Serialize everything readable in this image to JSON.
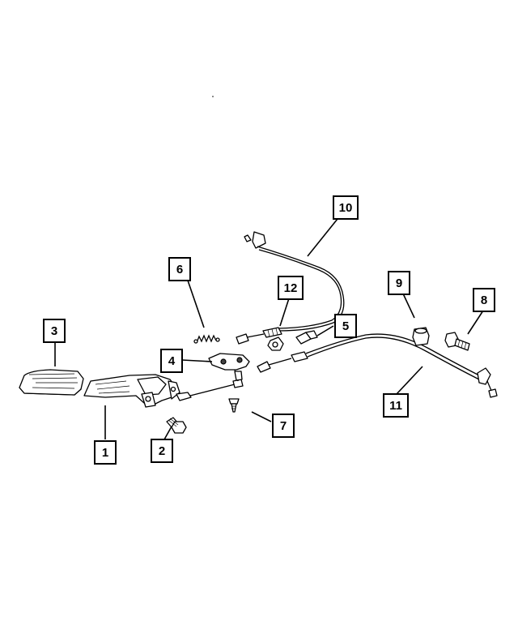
{
  "callouts": [
    {
      "id": "1",
      "label": "1",
      "part": "parking-brake-lever"
    },
    {
      "id": "2",
      "label": "2",
      "part": "bolt"
    },
    {
      "id": "3",
      "label": "3",
      "part": "lever-cover"
    },
    {
      "id": "4",
      "label": "4",
      "part": "cable-equalizer"
    },
    {
      "id": "5",
      "label": "5",
      "part": "bolt"
    },
    {
      "id": "6",
      "label": "6",
      "part": "return-spring"
    },
    {
      "id": "7",
      "label": "7",
      "part": "screw"
    },
    {
      "id": "8",
      "label": "8",
      "part": "bolt"
    },
    {
      "id": "9",
      "label": "9",
      "part": "grommet"
    },
    {
      "id": "10",
      "label": "10",
      "part": "rear-cable-left"
    },
    {
      "id": "11",
      "label": "11",
      "part": "rear-cable-right"
    },
    {
      "id": "12",
      "label": "12",
      "part": "front-cable"
    }
  ]
}
